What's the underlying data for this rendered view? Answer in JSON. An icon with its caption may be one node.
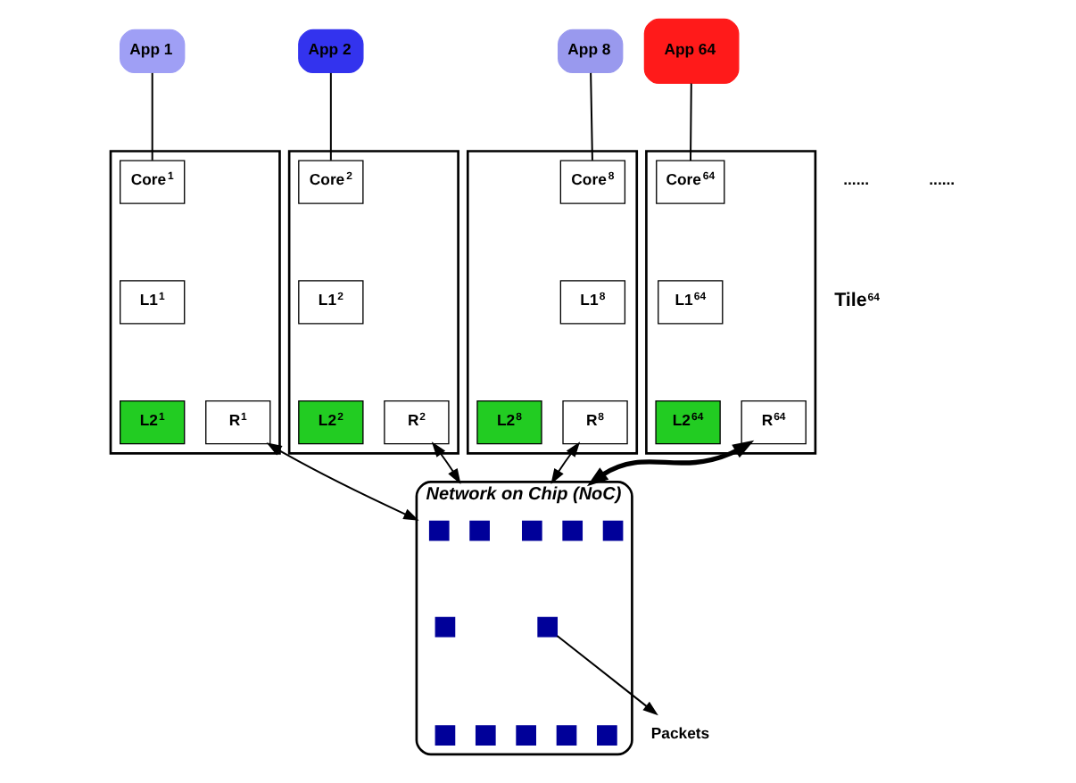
{
  "diagram": {
    "nodes": [
      {
        "text": [
          "App 1"
        ]
      },
      {
        "text": [
          "App 2"
        ]
      },
      {
        "text": [
          "App 8"
        ]
      },
      {
        "text": [
          "App 64"
        ]
      },
      {
        "text": [],
        "shape": "box"
      },
      {
        "text": [
          "Core$^{1}$"
        ],
        "in": 4
      },
      {
        "text": [
          "L1$^{1}$"
        ],
        "in": 4
      },
      {
        "text": [
          "L2$^{1}$"
        ],
        "in": 4
      },
      {
        "text": [
          "R$^{1}$"
        ],
        "in": 4
      },
      {
        "text": [],
        "shape": "box"
      },
      {
        "text": [
          "Core$^{2}$"
        ],
        "in": 9
      },
      {
        "text": [
          "L1$^{2}$"
        ],
        "in": 9
      },
      {
        "text": [
          "L2$^{2}$"
        ],
        "in": 9
      },
      {
        "text": [
          "R$^{2}$"
        ],
        "in": 9
      },
      {
        "text": [],
        "shape": "box"
      },
      {
        "text": [
          "Core$^{8}$"
        ],
        "in": 14
      },
      {
        "text": [
          "L1$^{8}$"
        ],
        "in": 14
      },
      {
        "text": [
          "L2$^{8}$"
        ],
        "in": 14
      },
      {
        "text": [
          "R$^{8}$"
        ],
        "in": 14
      },
      {
        "text": [],
        "shape": "box",
        "beside": [
          "Tile$^{64}$"
        ]
      },
      {
        "text": [
          "Core$^{64}$"
        ],
        "in": 19
      },
      {
        "text": [
          "L1$^{64}$"
        ],
        "in": 19
      },
      {
        "text": [
          "L2$^{64}$"
        ],
        "in": 19
      },
      {
        "text": [
          "R$^{64}$"
        ],
        "in": 19
      },
      {
        "text": [
          "Network on Chip (NoC)"
        ]
      },
      {
        "text": [],
        "shape": "box",
        "in": 24
      },
      {
        "text": [],
        "shape": "box",
        "in": 24
      },
      {
        "text": [],
        "shape": "box",
        "in": 24
      },
      {
        "text": [],
        "shape": "box",
        "in": 24
      },
      {
        "text": [],
        "shape": "box",
        "in": 24
      },
      {
        "text": [],
        "shape": "box",
        "in": 24
      },
      {
        "text": [],
        "shape": "box",
        "in": 24
      },
      {
        "text": [],
        "shape": "box",
        "in": 24
      },
      {
        "text": [],
        "shape": "box",
        "in": 24
      },
      {
        "text": [],
        "shape": "box",
        "in": 24
      },
      {
        "text": [],
        "shape": "box",
        "in": 24
      },
      {
        "text": [],
        "shape": "box",
        "in": 24
      },
      {
        "text": [
          "Packets"
        ]
      }
    ],
    "edges": [
      {
        "from": 0,
        "to": 5,
        "arrow": "none"
      },
      {
        "from": 1,
        "to": 10,
        "arrow": "none"
      },
      {
        "from": 2,
        "to": 15,
        "arrow": "none"
      },
      {
        "from": 3,
        "to": 20,
        "arrow": "none"
      },
      {
        "from": 8,
        "to": 24,
        "arrow": "both"
      },
      {
        "from": 13,
        "to": 24,
        "arrow": "both"
      },
      {
        "from": 18,
        "to": 24,
        "arrow": "both"
      },
      {
        "from": 23,
        "to": 24,
        "arrow": "both",
        "style": "thick"
      },
      {
        "from": 31,
        "to": 37,
        "arrow": "to"
      }
    ],
    "labels": [
      "......",
      "......"
    ]
  }
}
